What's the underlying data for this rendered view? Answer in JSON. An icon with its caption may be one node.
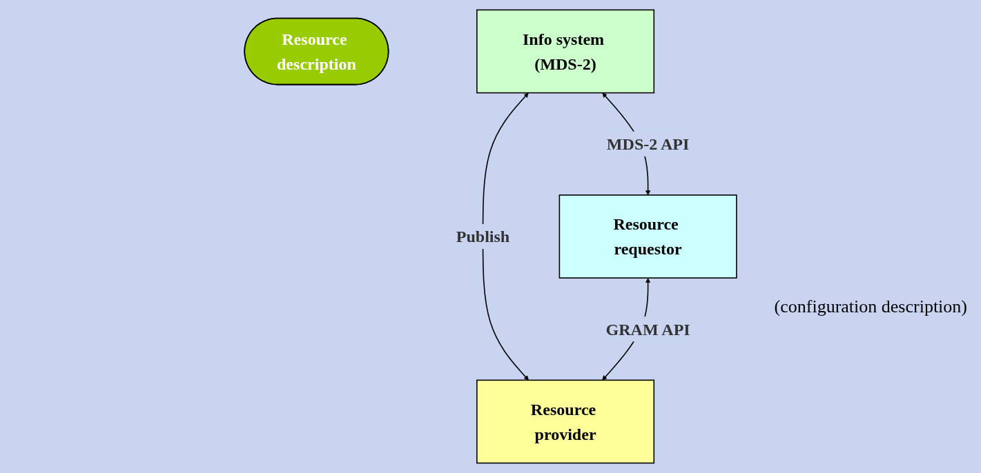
{
  "diagram": {
    "nodes": [
      {
        "text": [
          "Resource description"
        ]
      },
      {
        "text": [
          "Info system (MDS-2)"
        ]
      },
      {
        "text": [
          "Resource requestor"
        ]
      },
      {
        "text": [
          "Resource provider"
        ]
      }
    ],
    "edges": [
      {
        "from": 1,
        "to": 2,
        "arrow": "both",
        "label": "MDS-2 API"
      },
      {
        "from": 1,
        "to": 3,
        "arrow": "both",
        "label": "Publish"
      },
      {
        "from": 2,
        "to": 3,
        "arrow": "both",
        "label": "GRAM API"
      }
    ],
    "labels": [
      "(configuration description)"
    ]
  }
}
